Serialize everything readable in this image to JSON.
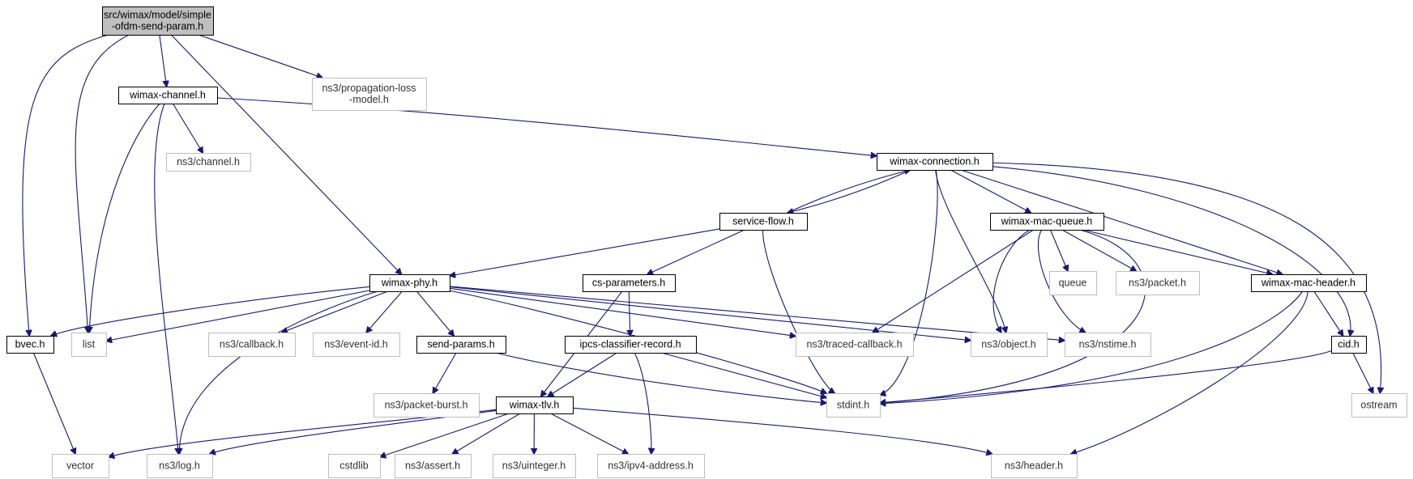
{
  "nodes": [
    {
      "id": "root",
      "lines": [
        "src/wimax/model/simple",
        "-ofdm-send-param.h"
      ],
      "kind": "root"
    },
    {
      "id": "wimax-channel",
      "lines": [
        "wimax-channel.h"
      ],
      "kind": "black"
    },
    {
      "id": "propagation-loss",
      "lines": [
        "ns3/propagation-loss",
        "-model.h"
      ],
      "kind": "gray"
    },
    {
      "id": "ns3-channel",
      "lines": [
        "ns3/channel.h"
      ],
      "kind": "gray"
    },
    {
      "id": "wimax-connection",
      "lines": [
        "wimax-connection.h"
      ],
      "kind": "black"
    },
    {
      "id": "service-flow",
      "lines": [
        "service-flow.h"
      ],
      "kind": "black"
    },
    {
      "id": "wimax-mac-queue",
      "lines": [
        "wimax-mac-queue.h"
      ],
      "kind": "black"
    },
    {
      "id": "wimax-phy",
      "lines": [
        "wimax-phy.h"
      ],
      "kind": "black"
    },
    {
      "id": "cs-parameters",
      "lines": [
        "cs-parameters.h"
      ],
      "kind": "black"
    },
    {
      "id": "queue",
      "lines": [
        "queue"
      ],
      "kind": "gray"
    },
    {
      "id": "ns3-packet",
      "lines": [
        "ns3/packet.h"
      ],
      "kind": "gray"
    },
    {
      "id": "wimax-mac-header",
      "lines": [
        "wimax-mac-header.h"
      ],
      "kind": "black"
    },
    {
      "id": "bvec",
      "lines": [
        "bvec.h"
      ],
      "kind": "black"
    },
    {
      "id": "list",
      "lines": [
        "list"
      ],
      "kind": "gray"
    },
    {
      "id": "ns3-callback",
      "lines": [
        "ns3/callback.h"
      ],
      "kind": "gray"
    },
    {
      "id": "ns3-event-id",
      "lines": [
        "ns3/event-id.h"
      ],
      "kind": "gray"
    },
    {
      "id": "send-params",
      "lines": [
        "send-params.h"
      ],
      "kind": "black"
    },
    {
      "id": "ipcs-classifier-record",
      "lines": [
        "ipcs-classifier-record.h"
      ],
      "kind": "black"
    },
    {
      "id": "ns3-traced-callback",
      "lines": [
        "ns3/traced-callback.h"
      ],
      "kind": "gray"
    },
    {
      "id": "ns3-object",
      "lines": [
        "ns3/object.h"
      ],
      "kind": "gray"
    },
    {
      "id": "ns3-nstime",
      "lines": [
        "ns3/nstime.h"
      ],
      "kind": "gray"
    },
    {
      "id": "cid",
      "lines": [
        "cid.h"
      ],
      "kind": "black"
    },
    {
      "id": "ns3-packet-burst",
      "lines": [
        "ns3/packet-burst.h"
      ],
      "kind": "gray"
    },
    {
      "id": "wimax-tlv",
      "lines": [
        "wimax-tlv.h"
      ],
      "kind": "black"
    },
    {
      "id": "stdint",
      "lines": [
        "stdint.h"
      ],
      "kind": "gray"
    },
    {
      "id": "ostream",
      "lines": [
        "ostream"
      ],
      "kind": "gray"
    },
    {
      "id": "vector",
      "lines": [
        "vector"
      ],
      "kind": "gray"
    },
    {
      "id": "ns3-log",
      "lines": [
        "ns3/log.h"
      ],
      "kind": "gray"
    },
    {
      "id": "cstdlib",
      "lines": [
        "cstdlib"
      ],
      "kind": "gray"
    },
    {
      "id": "ns3-assert",
      "lines": [
        "ns3/assert.h"
      ],
      "kind": "gray"
    },
    {
      "id": "ns3-uinteger",
      "lines": [
        "ns3/uinteger.h"
      ],
      "kind": "gray"
    },
    {
      "id": "ns3-ipv4-address",
      "lines": [
        "ns3/ipv4-address.h"
      ],
      "kind": "gray"
    },
    {
      "id": "ns3-header",
      "lines": [
        "ns3/header.h"
      ],
      "kind": "gray"
    }
  ],
  "edges": [
    [
      "root",
      "wimax-channel"
    ],
    [
      "root",
      "propagation-loss"
    ],
    [
      "root",
      "wimax-phy"
    ],
    [
      "root",
      "bvec"
    ],
    [
      "root",
      "list"
    ],
    [
      "wimax-channel",
      "ns3-channel"
    ],
    [
      "wimax-channel",
      "wimax-connection"
    ],
    [
      "wimax-channel",
      "list"
    ],
    [
      "wimax-channel",
      "ns3-log"
    ],
    [
      "wimax-connection",
      "service-flow"
    ],
    [
      "wimax-connection",
      "wimax-mac-queue"
    ],
    [
      "wimax-connection",
      "wimax-mac-header"
    ],
    [
      "wimax-connection",
      "ns3-object"
    ],
    [
      "wimax-connection",
      "stdint"
    ],
    [
      "wimax-connection",
      "cid"
    ],
    [
      "wimax-connection",
      "ostream"
    ],
    [
      "service-flow",
      "wimax-connection"
    ],
    [
      "service-flow",
      "wimax-phy"
    ],
    [
      "service-flow",
      "cs-parameters"
    ],
    [
      "service-flow",
      "stdint"
    ],
    [
      "wimax-mac-queue",
      "queue"
    ],
    [
      "wimax-mac-queue",
      "ns3-packet"
    ],
    [
      "wimax-mac-queue",
      "wimax-mac-header"
    ],
    [
      "wimax-mac-queue",
      "ns3-traced-callback"
    ],
    [
      "wimax-mac-queue",
      "ns3-object"
    ],
    [
      "wimax-mac-queue",
      "ns3-nstime"
    ],
    [
      "wimax-mac-queue",
      "stdint"
    ],
    [
      "wimax-phy",
      "bvec"
    ],
    [
      "wimax-phy",
      "list"
    ],
    [
      "wimax-phy",
      "ns3-callback"
    ],
    [
      "wimax-phy",
      "ns3-event-id"
    ],
    [
      "wimax-phy",
      "send-params"
    ],
    [
      "wimax-phy",
      "ns3-traced-callback"
    ],
    [
      "wimax-phy",
      "ns3-object"
    ],
    [
      "wimax-phy",
      "ns3-nstime"
    ],
    [
      "wimax-phy",
      "stdint"
    ],
    [
      "wimax-phy",
      "ns3-log"
    ],
    [
      "cs-parameters",
      "ipcs-classifier-record"
    ],
    [
      "cs-parameters",
      "wimax-tlv"
    ],
    [
      "ipcs-classifier-record",
      "wimax-tlv"
    ],
    [
      "ipcs-classifier-record",
      "stdint"
    ],
    [
      "ipcs-classifier-record",
      "ns3-ipv4-address"
    ],
    [
      "send-params",
      "ns3-packet-burst"
    ],
    [
      "send-params",
      "stdint"
    ],
    [
      "wimax-mac-header",
      "cid"
    ],
    [
      "wimax-mac-header",
      "stdint"
    ],
    [
      "wimax-mac-header",
      "ns3-header"
    ],
    [
      "cid",
      "stdint"
    ],
    [
      "cid",
      "ostream"
    ],
    [
      "bvec",
      "vector"
    ],
    [
      "wimax-tlv",
      "vector"
    ],
    [
      "wimax-tlv",
      "ns3-log"
    ],
    [
      "wimax-tlv",
      "cstdlib"
    ],
    [
      "wimax-tlv",
      "ns3-assert"
    ],
    [
      "wimax-tlv",
      "ns3-uinteger"
    ],
    [
      "wimax-tlv",
      "ns3-ipv4-address"
    ],
    [
      "wimax-tlv",
      "ns3-header"
    ]
  ]
}
